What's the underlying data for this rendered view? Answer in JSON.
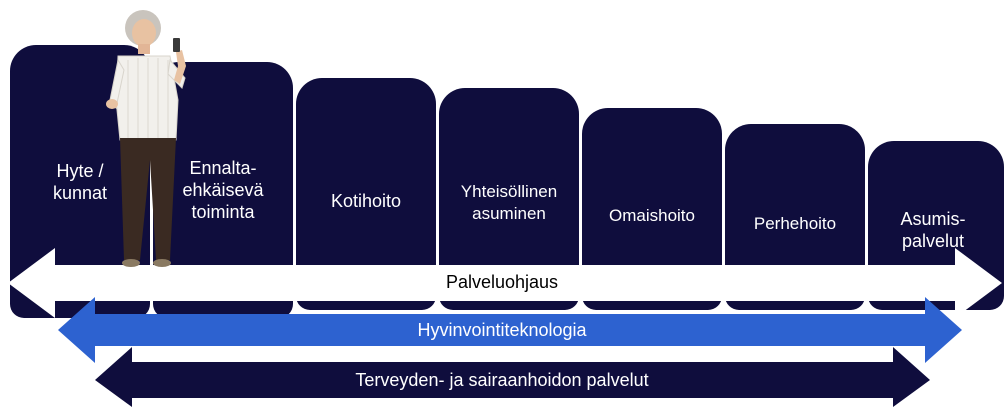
{
  "stages": [
    {
      "id": "hyte",
      "label": "Hyte /\nkunnat"
    },
    {
      "id": "ennalta",
      "label": "Ennalta-\nehkäisevä\ntoiminta"
    },
    {
      "id": "kotihoito",
      "label": "Kotihoito"
    },
    {
      "id": "yhteisollinen",
      "label": "Yhteisöllinen\nasuminen"
    },
    {
      "id": "omaishoito",
      "label": "Omaishoito"
    },
    {
      "id": "perhehoito",
      "label": "Perhehoito"
    },
    {
      "id": "asumis",
      "label": "Asumis-\npalvelut"
    }
  ],
  "arrows": {
    "palveluohjaus": "Palveluohjaus",
    "hyvinvointi": "Hyvinvointiteknologia",
    "terveys": "Terveyden- ja sairaanhoidon palvelut"
  },
  "colors": {
    "navy": "#0f0d3d",
    "blue": "#2d62d0",
    "white": "#ffffff"
  }
}
